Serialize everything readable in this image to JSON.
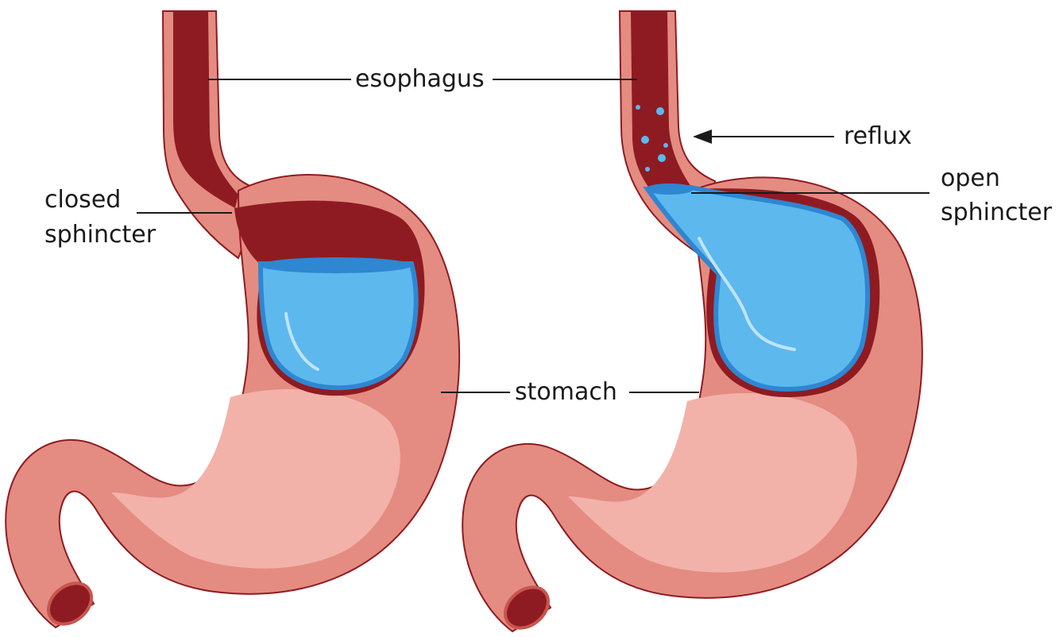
{
  "labels": {
    "esophagus": "esophagus",
    "closed_line1": "closed",
    "closed_line2": "sphincter",
    "reflux": "reflux",
    "open_line1": "open",
    "open_line2": "sphincter",
    "stomach": "stomach"
  },
  "colors": {
    "stomach_wall": "#e48c81",
    "stomach_highlight": "#f2b2aa",
    "lining": "#8f1b22",
    "acid": "#5db8ee",
    "acid_shade": "#2f86d1"
  }
}
